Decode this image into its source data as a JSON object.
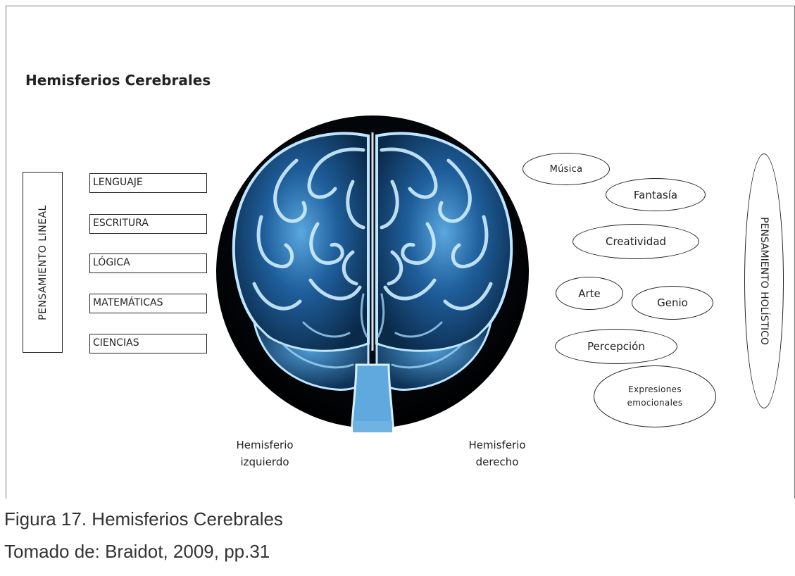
{
  "title": "Hemisferios Cerebrales",
  "left": {
    "vertical_label": "PENSAMIENTO LINEAL",
    "items": [
      "LENGUAJE",
      "ESCRITURA",
      "LÓGICA",
      "MATEMÁTICAS",
      "CIENCIAS"
    ]
  },
  "hemispheres": {
    "left": [
      "Hemisferio",
      "izquierdo"
    ],
    "right": [
      "Hemisferio",
      "derecho"
    ]
  },
  "right": {
    "vertical_label": "PENSAMIENTO HOLÍSTICO",
    "items": [
      "Música",
      "Fantasía",
      "Creatividad",
      "Arte",
      "Genio",
      "Percepción",
      "Expresiones",
      "emocionales"
    ]
  },
  "caption": {
    "figure": "Figura 17. Hemisferios Cerebrales",
    "source": "Tomado de: Braidot, 2009, pp.31"
  },
  "colors": {
    "brain_glow": "#9fd4f5",
    "brain_dark": "#0b2a4a",
    "background_circle": "#000000"
  }
}
